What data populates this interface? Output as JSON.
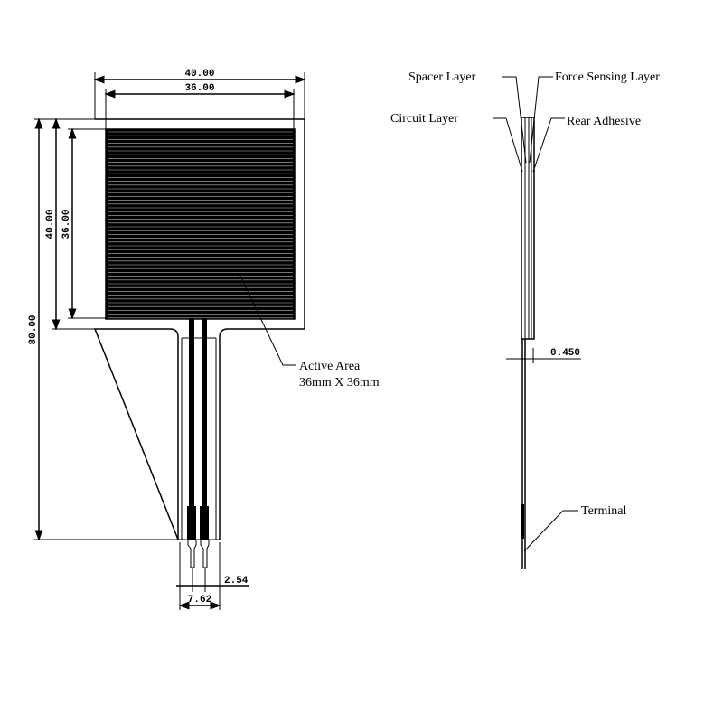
{
  "front_view": {
    "dim_width_outer": "40.00",
    "dim_width_active": "36.00",
    "dim_height_total": "80.00",
    "dim_height_outer": "40.00",
    "dim_height_active": "36.00",
    "dim_pin_pitch": "2.54",
    "dim_tail_width": "7.62",
    "active_area_label": "Active Area",
    "active_area_size": "36mm X 36mm"
  },
  "side_view": {
    "spacer_layer": "Spacer Layer",
    "force_sensing_layer": "Force Sensing Layer",
    "circuit_layer": "Circuit Layer",
    "rear_adhesive": "Rear Adhesive",
    "dim_thickness": "0.450",
    "terminal": "Terminal"
  }
}
